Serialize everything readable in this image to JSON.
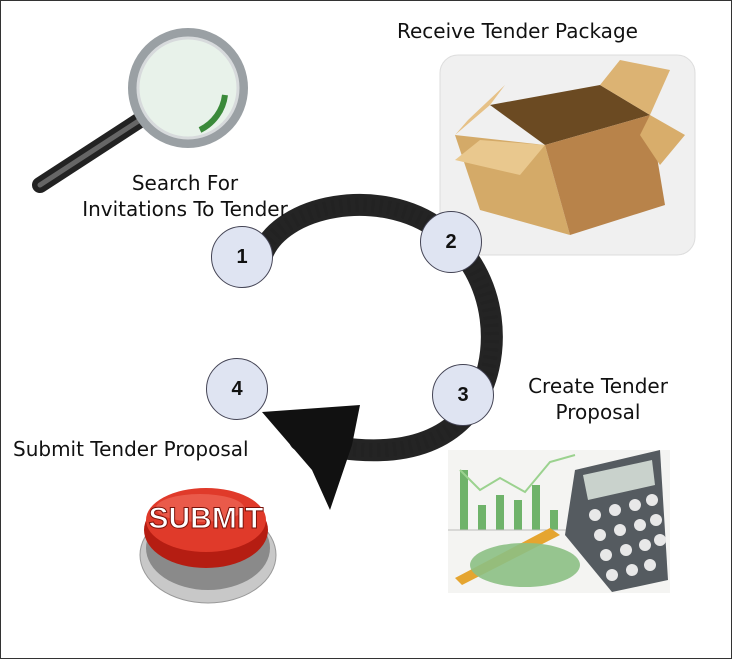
{
  "labels": {
    "search": [
      "Search For",
      "Invitations To Tender"
    ],
    "receive": "Receive Tender Package",
    "create": [
      "Create Tender",
      "Proposal"
    ],
    "submit": "Submit Tender Proposal"
  },
  "steps": [
    "1",
    "2",
    "3",
    "4"
  ],
  "button_text": "SUBMIT",
  "icons": {
    "search": "magnifying-glass-icon",
    "receive": "open-box-icon",
    "create": "charts-and-calculator-icon",
    "submit": "red-submit-button-icon"
  },
  "colors": {
    "step_fill": "#dfe4f2",
    "arrow": "#111111",
    "submit_red": "#d42a1c",
    "box": "#c99a5a"
  }
}
